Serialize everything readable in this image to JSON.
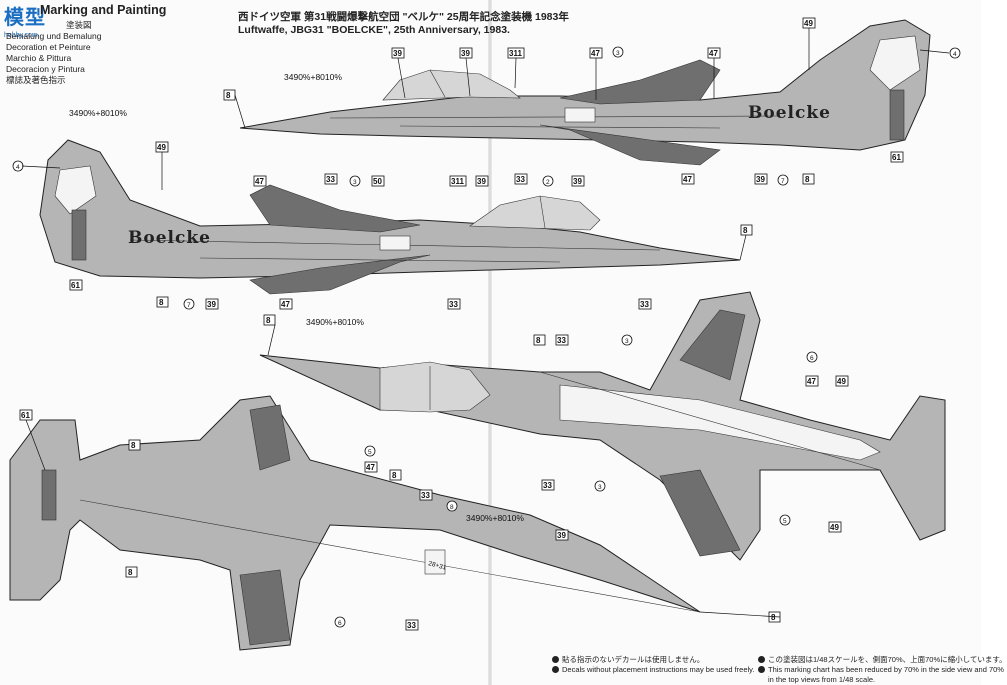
{
  "header": {
    "title": "Marking and Painting",
    "languages": [
      "塗装図",
      "Bemalung und Bemalung",
      "Decoration et Peinture",
      "Marchio & Pittura",
      "Decoracion y Pintura",
      "標誌及著色指示"
    ],
    "aircraft_jp": "西ドイツ空軍 第31戦闘爆撃航空団 \"ベルケ\" 25周年記念塗装機 1983年",
    "aircraft_en": "Luftwaffe, JBG31 \"BOELCKE\", 25th Anniversary, 1983."
  },
  "watermark": {
    "text": "模型",
    "sub": "hobby.com"
  },
  "fuselage_lettering": "Boelcke",
  "serial_lettering": "28+31",
  "mix_callout": {
    "a": "34",
    "pa": "90%",
    "b": "80",
    "pb": "10%"
  },
  "callouts": {
    "c2": "2",
    "c3": "3",
    "c4": "4",
    "c5": "5",
    "c6": "6",
    "c7": "7",
    "c8": "8",
    "c33": "33",
    "c39": "39",
    "c47": "47",
    "c49": "49",
    "c50": "50",
    "c61": "61",
    "c311": "311"
  },
  "footnotes": {
    "left_jp": "貼る指示のないデカールは使用しません。",
    "left_en": "Decals without placement instructions may be used freely.",
    "right_jp": "この塗装図は1/48スケールを、側面70%、上面70%に縮小しています。",
    "right_en_1": "This marking chart has been reduced by 70% in the side view and 70%",
    "right_en_2": "in the top views from 1/48 scale."
  },
  "colors": {
    "aircraft_grey": "#b5b5b5",
    "camo_dark": "#6f6f6f",
    "outline": "#222222",
    "logo_blue": "#1b6fc2"
  }
}
